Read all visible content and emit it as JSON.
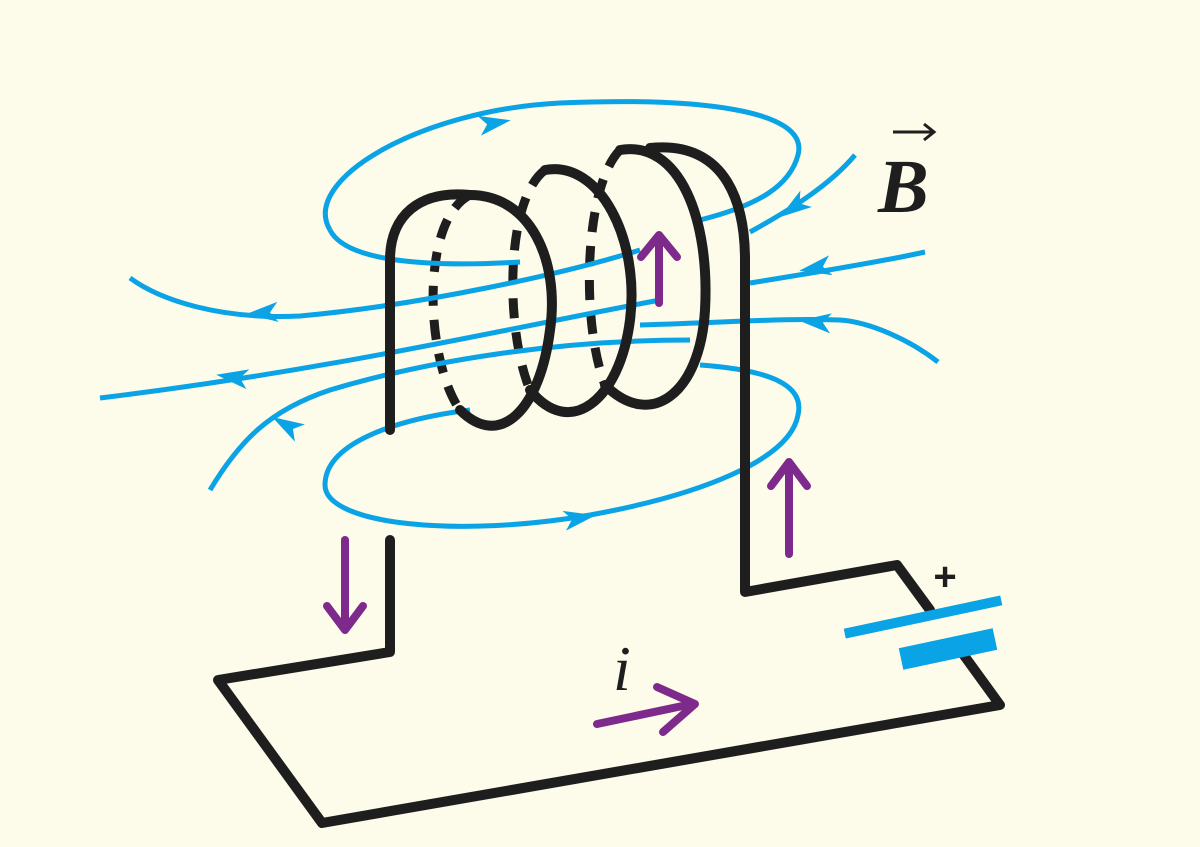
{
  "diagram": {
    "title": "",
    "field_label": "B",
    "current_label": "i",
    "battery_plus": "+"
  },
  "colors": {
    "background": "#fdfbe9",
    "wire": "#1e1e1e",
    "field_line": "#0aa3e6",
    "current_arrow": "#7d2a8c",
    "battery_plate": "#0aa3e6"
  },
  "icons": {
    "field_arrow": "arrowhead",
    "current_arrow": "arrow",
    "battery": "battery-symbol"
  }
}
